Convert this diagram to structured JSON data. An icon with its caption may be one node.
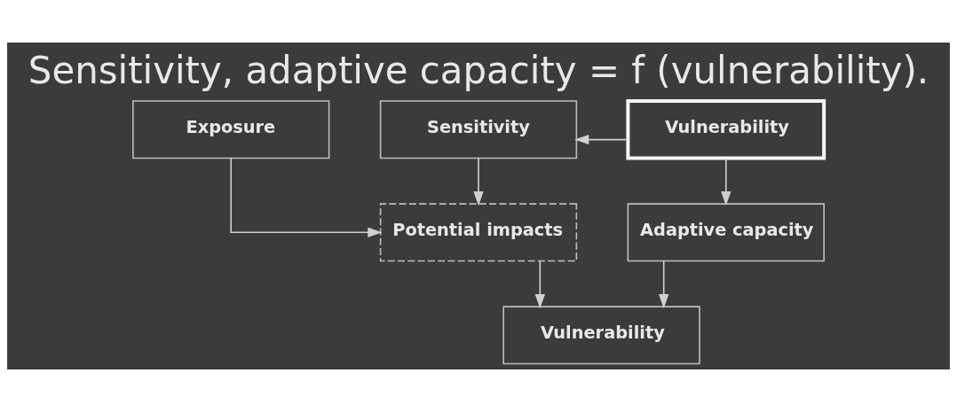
{
  "diagram": {
    "title": "Sensitivity, adaptive capacity = f (vulnerability).",
    "nodes": [
      {
        "text": [
          "Exposure"
        ]
      },
      {
        "text": [
          "Sensitivity"
        ]
      },
      {
        "text": [
          "Vulnerability"
        ]
      },
      {
        "text": [
          "Potential impacts"
        ]
      },
      {
        "text": [
          "Adaptive capacity"
        ]
      },
      {
        "text": [
          "Vulnerability"
        ]
      }
    ],
    "edges": [
      {
        "from": 2,
        "to": 1,
        "arrow": "to"
      },
      {
        "from": 0,
        "to": 3,
        "arrow": "to"
      },
      {
        "from": 1,
        "to": 3,
        "arrow": "to"
      },
      {
        "from": 2,
        "to": 4,
        "arrow": "to"
      },
      {
        "from": 3,
        "to": 5,
        "arrow": "to"
      },
      {
        "from": 4,
        "to": 5,
        "arrow": "to"
      }
    ]
  }
}
